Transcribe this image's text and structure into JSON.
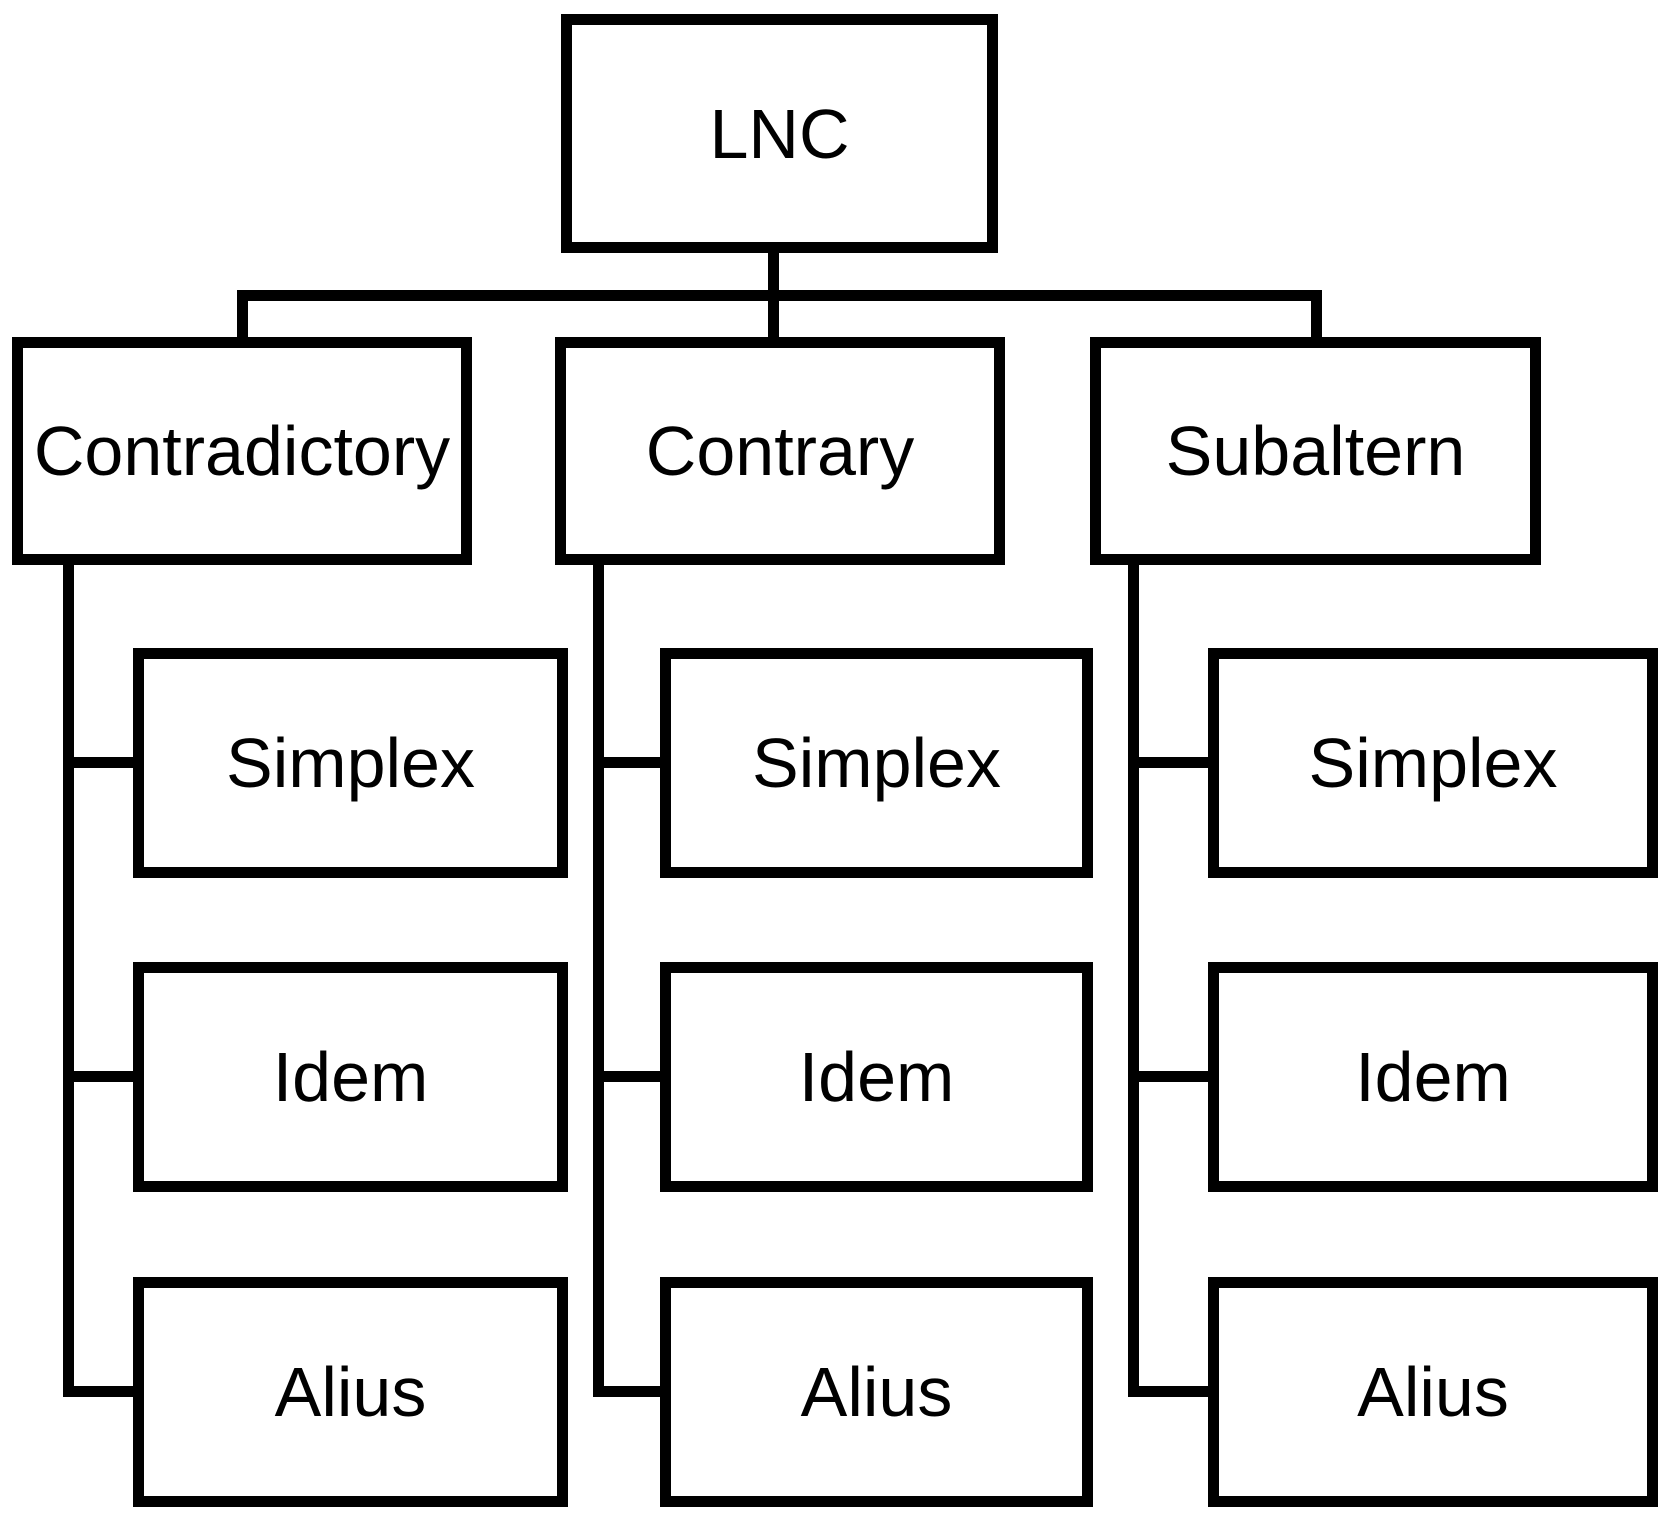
{
  "diagram": {
    "type": "tree",
    "root": {
      "label": "LNC"
    },
    "branches": [
      {
        "label": "Contradictory",
        "children": [
          {
            "label": "Simplex"
          },
          {
            "label": "Idem"
          },
          {
            "label": "Alius"
          }
        ]
      },
      {
        "label": "Contrary",
        "children": [
          {
            "label": "Simplex"
          },
          {
            "label": "Idem"
          },
          {
            "label": "Alius"
          }
        ]
      },
      {
        "label": "Subaltern",
        "children": [
          {
            "label": "Simplex"
          },
          {
            "label": "Idem"
          },
          {
            "label": "Alius"
          }
        ]
      }
    ],
    "colors": {
      "line": "#000000",
      "text": "#000000",
      "background": "#ffffff"
    }
  }
}
